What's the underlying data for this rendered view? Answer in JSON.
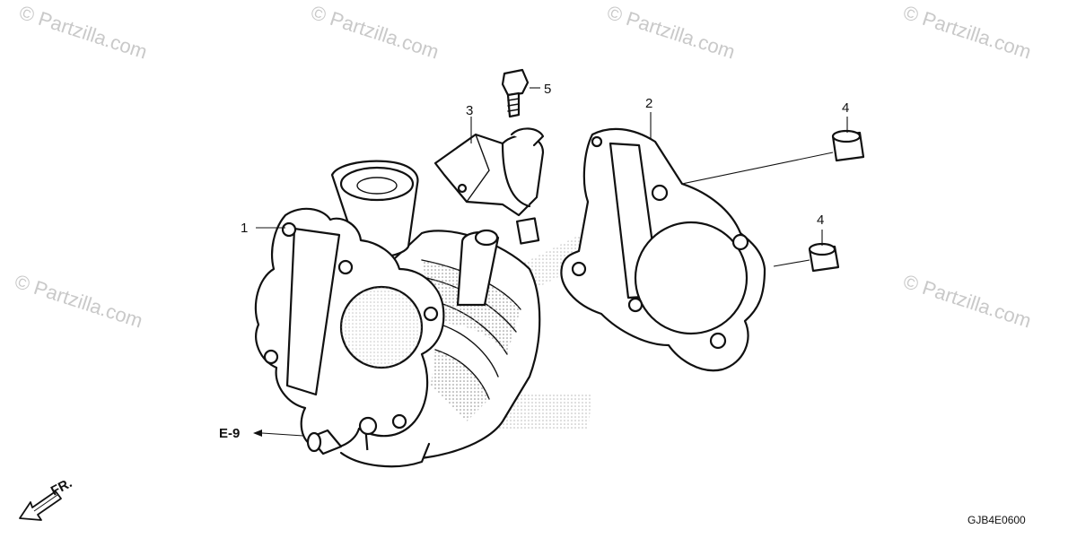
{
  "diagram": {
    "callouts": [
      {
        "id": "1",
        "label": "1"
      },
      {
        "id": "2",
        "label": "2"
      },
      {
        "id": "3",
        "label": "3"
      },
      {
        "id": "4a",
        "label": "4"
      },
      {
        "id": "4b",
        "label": "4"
      },
      {
        "id": "5",
        "label": "5"
      }
    ],
    "reference": "E-9",
    "front_arrow": "FR.",
    "diagram_code": "GJB4E0600"
  },
  "watermark": {
    "text": "© Partzilla.com",
    "color": "#c9c9c9"
  },
  "colors": {
    "line": "#111111",
    "shading": "#8a8a8a",
    "background": "#ffffff"
  }
}
